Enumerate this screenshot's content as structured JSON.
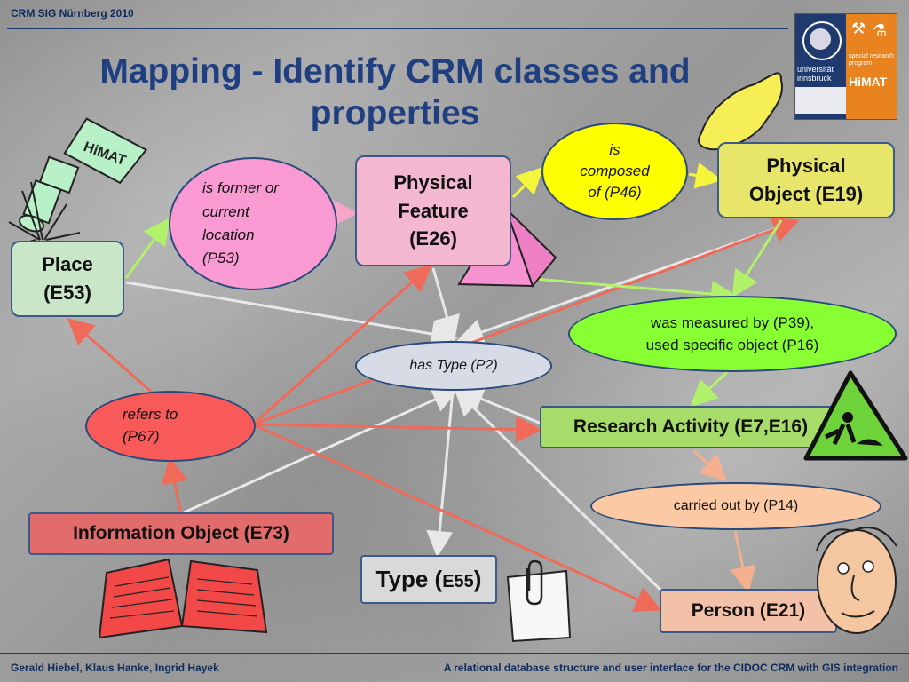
{
  "header": {
    "event": "CRM SIG Nürnberg 2010"
  },
  "title": {
    "line1": "Mapping - Identify CRM classes and",
    "line2": "properties"
  },
  "logo": {
    "uni_text": "universität innsbruck",
    "program_text": "special research program",
    "himat_text": "HiMAT"
  },
  "sign_text": "HiMAT",
  "nodes": {
    "place": {
      "line1": "Place",
      "line2": "(E53)"
    },
    "physical_feature": {
      "line1": "Physical",
      "line2": "Feature",
      "line3": "(E26)"
    },
    "physical_object": {
      "line1": "Physical",
      "line2": "Object (E19)"
    },
    "research_activity": "Research Activity (E7,E16)",
    "information_object": "Information Object (E73)",
    "type": {
      "main": "Type (",
      "code": "E55",
      "close": ")"
    },
    "person": "Person (E21)"
  },
  "properties": {
    "former_location": {
      "line1": "is former or",
      "line2": "current",
      "line3": "location",
      "line4": "(P53)"
    },
    "composed_of": {
      "line1": "is",
      "line2": "composed",
      "line3": "of (P46)"
    },
    "measured_by": {
      "line1": "was measured by (P39),",
      "line2": "used specific object (P16)"
    },
    "has_type": "has Type (P2)",
    "refers_to": {
      "line1": "refers to",
      "line2": "(P67)"
    },
    "carried_out_by": "carried out by (P14)"
  },
  "footer": {
    "authors": "Gerald Hiebel, Klaus Hanke, Ingrid Hayek",
    "subtitle": "A relational database structure and user interface for the CIDOC CRM with GIS integration"
  },
  "colors": {
    "title": "#1f3f80",
    "place_fill": "#c9e6c9",
    "physical_feature_fill": "#f3b7cf",
    "physical_object_fill": "#e8e66a",
    "research_activity_fill": "#a8dc6a",
    "information_object_fill": "#e26b6b",
    "type_fill": "#d9d9d9",
    "person_fill": "#f3c0a8",
    "former_location_fill": "#f99ad2",
    "composed_of_fill": "#ffff00",
    "measured_by_fill": "#88ff33",
    "has_type_fill": "#d7dbe6",
    "refers_to_fill": "#f85a5a",
    "carried_out_by_fill": "#fcc9a5",
    "arrow_white": "#e8e8e8",
    "arrow_red": "#f06a5a",
    "arrow_green": "#b2f26a",
    "arrow_yellow": "#f5f53c",
    "arrow_salmon": "#f5b08f"
  }
}
